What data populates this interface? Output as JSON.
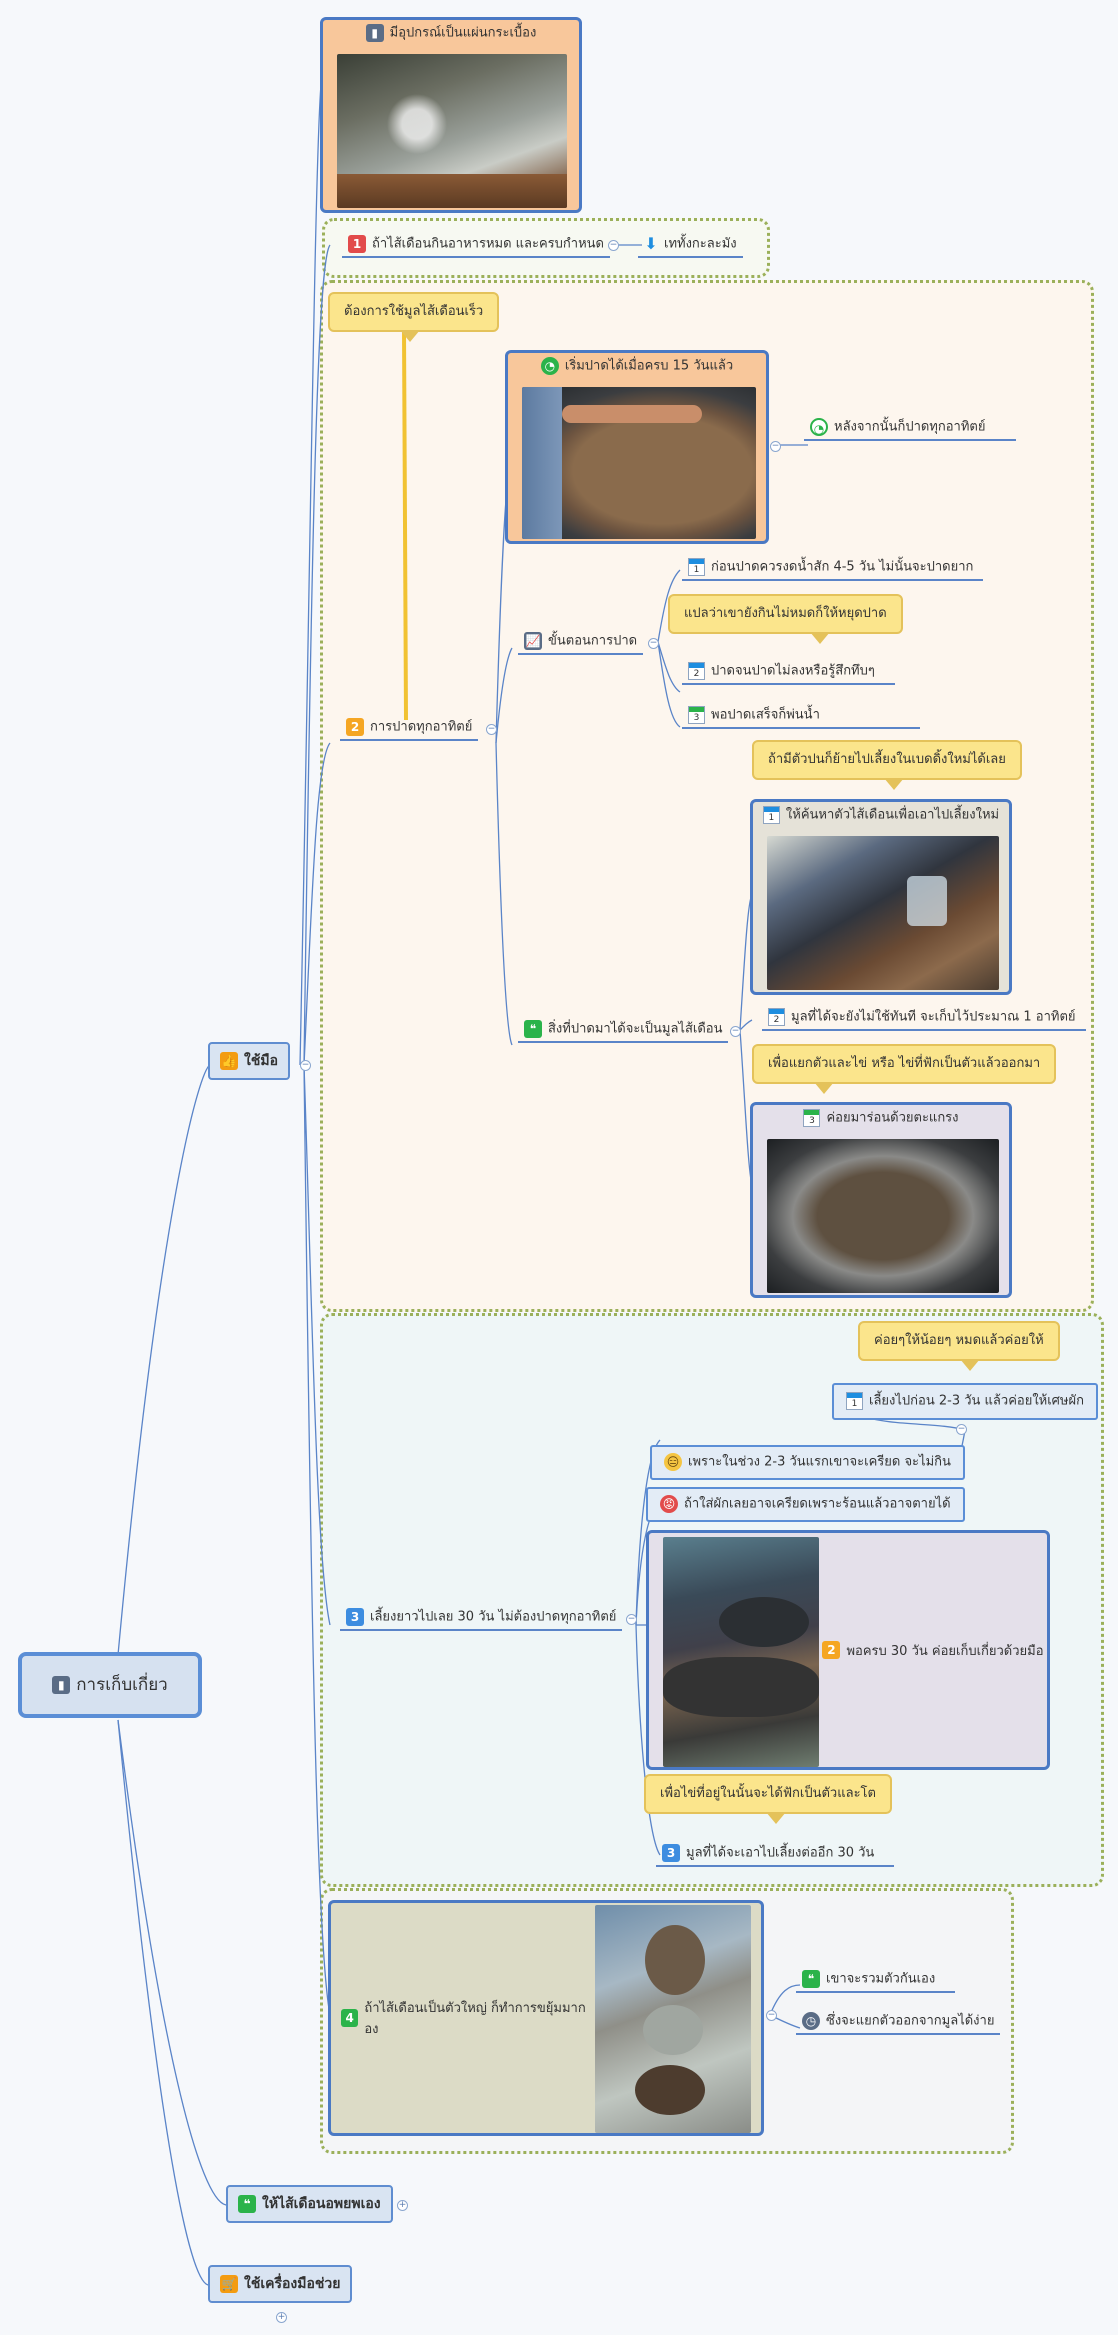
{
  "root": {
    "label": "การเก็บเกี่ยว",
    "icon": "bar-chart-icon"
  },
  "branches": {
    "hand": {
      "label": "ใช้มือ",
      "icon": "thumbs-up-icon"
    },
    "self": {
      "label": "ให้ไส้เดือนอพยพเอง",
      "icon": "quote-icon"
    },
    "tool": {
      "label": "ใช้เครื่องมือช่วย",
      "icon": "cart-icon"
    }
  },
  "top_card": {
    "label": "มีอุปกรณ์เป็นแผ่นกระเบื้อง",
    "icon": "bar-chart-icon"
  },
  "step1": {
    "num": "1",
    "label": "ถ้าไส้เดือนกินอาหารหมด และครบกำหนด",
    "child": "เททั้งกะละมัง",
    "child_icon": "arrow-down-icon"
  },
  "step2": {
    "num": "2",
    "label": "การปาดทุกอาทิตย์",
    "callout": "ต้องการใช้มูลไส้เดือนเร็ว",
    "start_card": {
      "label": "เริ่มปาดได้เมื่อครบ 15 วันแล้ว",
      "icon": "pie-icon"
    },
    "after": {
      "label": "หลังจากนั้นก็ปาดทุกอาทิตย์",
      "icon": "pie-icon"
    },
    "procedure": {
      "label": "ขั้นตอนการปาด",
      "icon": "line-chart-icon",
      "items": [
        {
          "n": "1",
          "label": "ก่อนปาดควรงดน้ำสัก 4-5 วัน ไม่นั้นจะปาดยาก"
        },
        {
          "n": "2",
          "label": "ปาดจนปาดไม่ลงหรือรู้สึกทึบๆ"
        },
        {
          "n": "3",
          "label": "พอปาดเสร็จก็พ่นน้ำ"
        }
      ],
      "callout": "แปลว่าเขายังกินไม่หมดก็ให้หยุดปาด"
    },
    "result": {
      "label": "สิ่งที่ปาดมาได้จะเป็นมูลไส้เดือน",
      "icon": "quote-icon",
      "callout1": "ถ้ามีตัวปนก็ย้ายไปเลี้ยงในเบดดิ้งใหม่ได้เลย",
      "card1": {
        "n": "1",
        "label": "ให้ค้นหาตัวไส้เดือนเพื่อเอาไปเลี้ยงใหม่"
      },
      "item2": {
        "n": "2",
        "label": "มูลที่ได้จะยังไม่ใช้ทันที จะเก็บไว้ประมาณ 1 อาทิตย์"
      },
      "callout2": "เพื่อแยกตัวและไข่ หรือ ไข่ที่ฟักเป็นตัวแล้วออกมา",
      "card3": {
        "n": "3",
        "label": "ค่อยมาร่อนด้วยตะแกรง"
      }
    }
  },
  "step3": {
    "num": "3",
    "label": "เลี้ยงยาวไปเลย 30 วัน ไม่ต้องปาดทุกอาทิตย์",
    "callout1": "ค่อยๆให้น้อยๆ หมดแล้วค่อยให้",
    "feed": {
      "n": "1",
      "label": "เลี้ยงไปก่อน 2-3 วัน แล้วค่อยให้เศษผัก"
    },
    "reason1": {
      "label": "เพราะในช่วง 2-3 วันแรกเขาจะเครียด จะไม่กิน",
      "icon": "neutral-face-icon"
    },
    "reason2": {
      "label": "ถ้าใส่ผักเลยอาจเครียดเพราะร้อนแล้วอาจตายได้",
      "icon": "angry-face-icon"
    },
    "harvest_card": {
      "n": "2",
      "label": "พอครบ 30 วัน ค่อยเก็บเกี่ยวด้วยมือ"
    },
    "callout2": "เพื่อไข่ที่อยู่ในนั้นจะได้ฟักเป็นตัวและโต",
    "reuse": {
      "n": "3",
      "label": "มูลที่ได้จะเอาไปเลี้ยงต่ออีก 30 วัน"
    }
  },
  "step4": {
    "num": "4",
    "label": "ถ้าไส้เดือนเป็นตัวใหญ่ ก็ทำการขยุ้มมากอง",
    "child1": {
      "label": "เขาจะรวมตัวกันเอง",
      "icon": "quote-icon"
    },
    "child2": {
      "label": "ซึ่งจะแยกตัวออกจากมูลได้ง่าย",
      "icon": "clock-icon"
    }
  },
  "colors": {
    "link": "#5a84c8",
    "num_red": "#e24b4b",
    "num_orange": "#f5a623",
    "num_blue": "#3d8de0",
    "num_green": "#2bb34a",
    "callout": "#fbe58c"
  }
}
